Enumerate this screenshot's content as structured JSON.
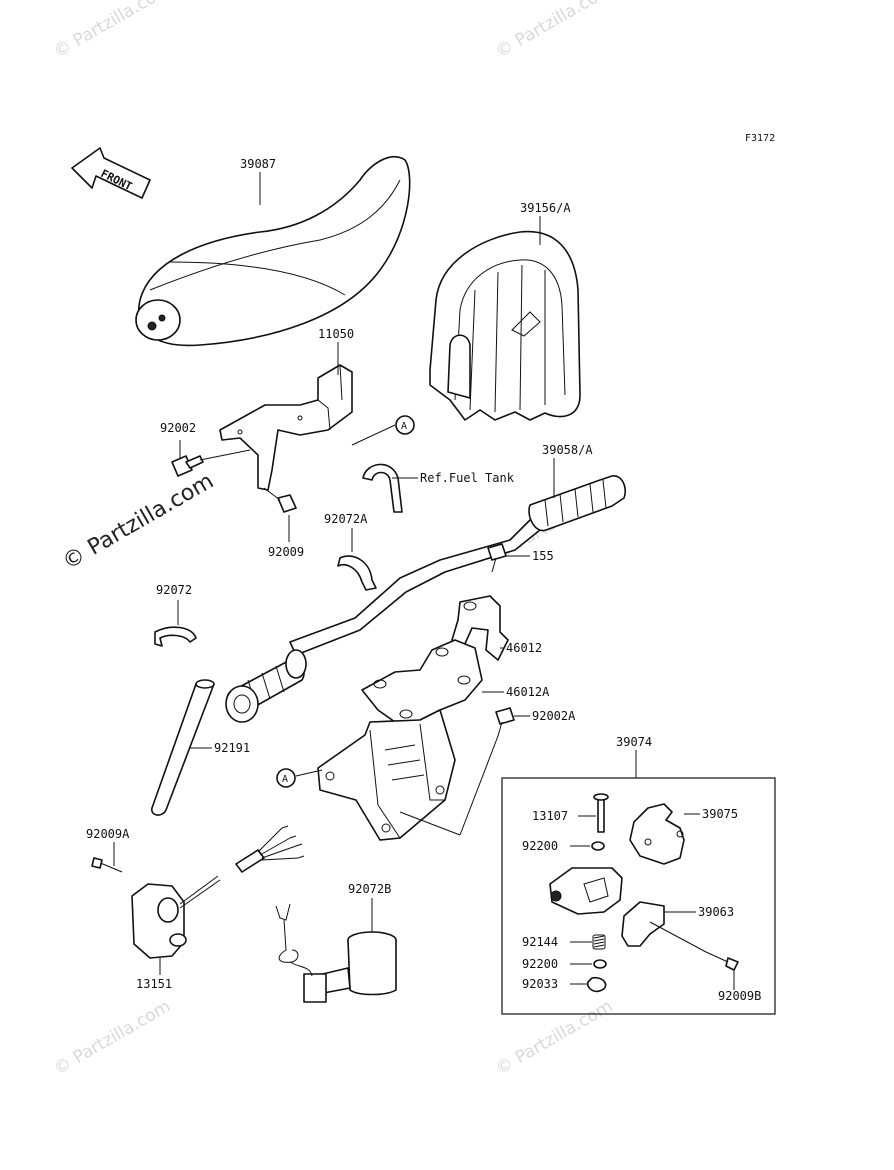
{
  "figure_code": "F3172",
  "front_label": "FRONT",
  "ref_marker": "A",
  "fuel_tank_ref": "Ref.Fuel Tank",
  "watermark": {
    "text": "© Partzilla.com",
    "main_text": "© Partzilla.com"
  },
  "parts": [
    {
      "id": "39087"
    },
    {
      "id": "39156/A"
    },
    {
      "id": "11050"
    },
    {
      "id": "92002"
    },
    {
      "id": "92009"
    },
    {
      "id": "39058/A"
    },
    {
      "id": "92072A"
    },
    {
      "id": "155"
    },
    {
      "id": "92072"
    },
    {
      "id": "46012"
    },
    {
      "id": "46012A"
    },
    {
      "id": "92002A"
    },
    {
      "id": "92191"
    },
    {
      "id": "39074"
    },
    {
      "id": "13107"
    },
    {
      "id": "39075"
    },
    {
      "id": "92200"
    },
    {
      "id": "39063"
    },
    {
      "id": "92144"
    },
    {
      "id": "92200b",
      "label": "92200"
    },
    {
      "id": "92033"
    },
    {
      "id": "92009B"
    },
    {
      "id": "92009A"
    },
    {
      "id": "92072B"
    },
    {
      "id": "13151"
    }
  ],
  "labels": {
    "p39087": "39087",
    "p39156": "39156/A",
    "p11050": "11050",
    "p92002": "92002",
    "p92009": "92009",
    "p39058": "39058/A",
    "p92072A": "92072A",
    "p155": "155",
    "p92072": "92072",
    "p46012": "46012",
    "p46012A": "46012A",
    "p92002A": "92002A",
    "p92191": "92191",
    "p39074": "39074",
    "p13107": "13107",
    "p39075": "39075",
    "p92200a": "92200",
    "p39063": "39063",
    "p92144": "92144",
    "p92200b": "92200",
    "p92033": "92033",
    "p92009B": "92009B",
    "p92009A": "92009A",
    "p92072B": "92072B",
    "p13151": "13151"
  }
}
